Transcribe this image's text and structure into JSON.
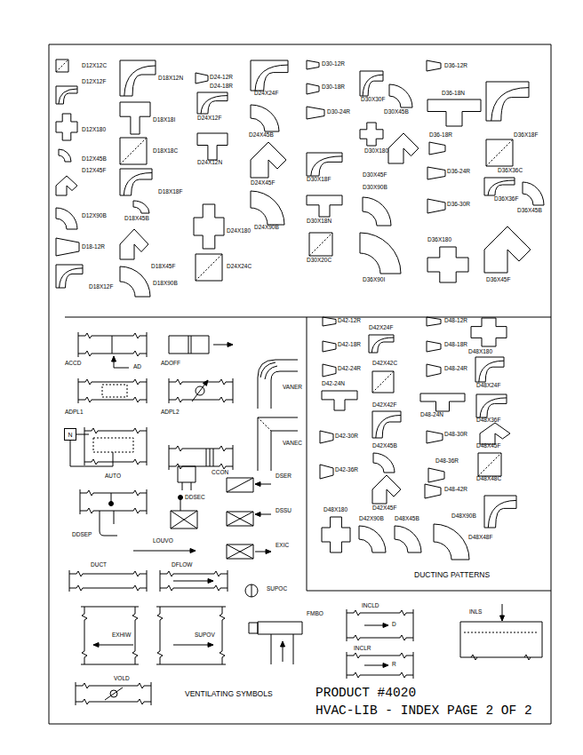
{
  "diagram": {
    "nodes": [
      {
        "text": [
          "N"
        ]
      }
    ],
    "labels": [
      "D12X12C",
      "D12X12F",
      "D12X180",
      "D12X45B",
      "D12X45F",
      "D12X90B",
      "D18-12R",
      "D18X12F",
      "D18X12N",
      "D18X18I",
      "D18X18C",
      "D18X18F",
      "D18X45B",
      "D18X45F",
      "D18X90B",
      "D24-12R",
      "D24-18R",
      "D24X12F",
      "D24X12N",
      "D24X180",
      "D24X24C",
      "D24X24F",
      "D24X45B",
      "D24X45F",
      "D24X90B",
      "D30-12R",
      "D30-18R",
      "D30-24R",
      "D30X18F",
      "D30X18N",
      "D30X20C",
      "D30X30F",
      "D30X45B",
      "D30X180",
      "D30X45F",
      "D30X90B",
      "D36X90I",
      "D36-12R",
      "D36-18N",
      "D36-18R",
      "D36-24R",
      "D36-30R",
      "D36X180",
      "D36X18F",
      "D36X36C",
      "D36X36F",
      "D36X45B",
      "D36X45F",
      "ACCD",
      "AD",
      "ADOFF",
      "VANER",
      "ADPL1",
      "ADPL2",
      "VANEC",
      "AUTO",
      "CCON",
      "DSER",
      "DDSEC",
      "DSSU",
      "DDSEP",
      "EXIC",
      "LOUVO",
      "DUCT",
      "DFLOW",
      "SUPOC",
      "EXHIW",
      "SUPOV",
      "FMBO",
      "INCLD",
      "D",
      "INCLR",
      "R",
      "INLS",
      "VOLD",
      "VENTILATING SYMBOLS",
      "D42-12R",
      "D42X24F",
      "D48-12R",
      "D42-18R",
      "D48-18R",
      "D48X180",
      "D42-24R",
      "D42X42C",
      "D48-24R",
      "D48X24F",
      "D42-24N",
      "D42X42F",
      "D48-24N",
      "D48X36F",
      "D42-30R",
      "D48-30R",
      "D48X45F",
      "D42X45B",
      "D42-36R",
      "D48-36R",
      "D48X48C",
      "D48-42R",
      "D42X45F",
      "D48X180",
      "D42X90B",
      "D48X45B",
      "D48X90B",
      "D48X48F",
      "DUCTING PATTERNS",
      "PRODUCT #4020",
      "HVAC-LIB - INDEX PAGE 2 OF 2"
    ]
  }
}
